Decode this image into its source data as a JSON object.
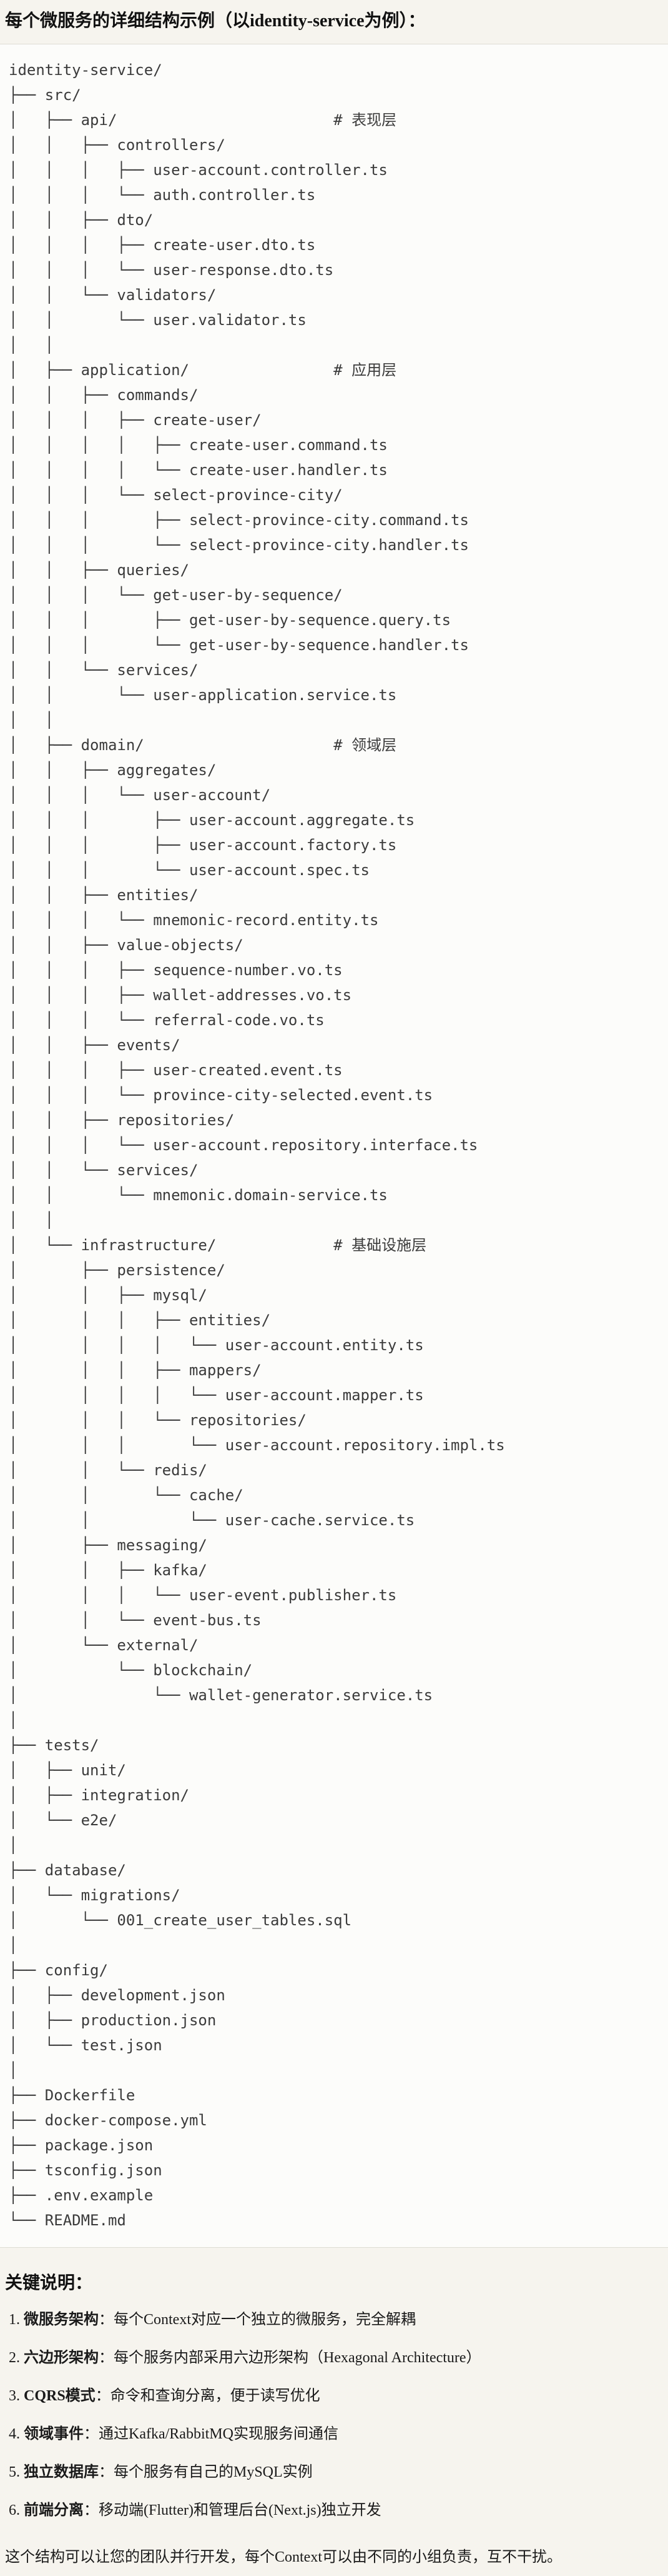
{
  "colors": {
    "page_background": "#f6f4ee",
    "code_background": "#fcfcfa",
    "code_border": "#dedcd4",
    "code_text": "#3b3b3b",
    "body_text": "#1a1a1a"
  },
  "header": {
    "title": "每个微服务的详细结构示例（以identity-service为例）："
  },
  "tree": {
    "lines": [
      "identity-service/",
      "├── src/",
      "│   ├── api/                        # 表现层",
      "│   │   ├── controllers/",
      "│   │   │   ├── user-account.controller.ts",
      "│   │   │   └── auth.controller.ts",
      "│   │   ├── dto/",
      "│   │   │   ├── create-user.dto.ts",
      "│   │   │   └── user-response.dto.ts",
      "│   │   └── validators/",
      "│   │       └── user.validator.ts",
      "│   │",
      "│   ├── application/                # 应用层",
      "│   │   ├── commands/",
      "│   │   │   ├── create-user/",
      "│   │   │   │   ├── create-user.command.ts",
      "│   │   │   │   └── create-user.handler.ts",
      "│   │   │   └── select-province-city/",
      "│   │   │       ├── select-province-city.command.ts",
      "│   │   │       └── select-province-city.handler.ts",
      "│   │   ├── queries/",
      "│   │   │   └── get-user-by-sequence/",
      "│   │   │       ├── get-user-by-sequence.query.ts",
      "│   │   │       └── get-user-by-sequence.handler.ts",
      "│   │   └── services/",
      "│   │       └── user-application.service.ts",
      "│   │",
      "│   ├── domain/                     # 领域层",
      "│   │   ├── aggregates/",
      "│   │   │   └── user-account/",
      "│   │   │       ├── user-account.aggregate.ts",
      "│   │   │       ├── user-account.factory.ts",
      "│   │   │       └── user-account.spec.ts",
      "│   │   ├── entities/",
      "│   │   │   └── mnemonic-record.entity.ts",
      "│   │   ├── value-objects/",
      "│   │   │   ├── sequence-number.vo.ts",
      "│   │   │   ├── wallet-addresses.vo.ts",
      "│   │   │   └── referral-code.vo.ts",
      "│   │   ├── events/",
      "│   │   │   ├── user-created.event.ts",
      "│   │   │   └── province-city-selected.event.ts",
      "│   │   ├── repositories/",
      "│   │   │   └── user-account.repository.interface.ts",
      "│   │   └── services/",
      "│   │       └── mnemonic.domain-service.ts",
      "│   │",
      "│   └── infrastructure/             # 基础设施层",
      "│       ├── persistence/",
      "│       │   ├── mysql/",
      "│       │   │   ├── entities/",
      "│       │   │   │   └── user-account.entity.ts",
      "│       │   │   ├── mappers/",
      "│       │   │   │   └── user-account.mapper.ts",
      "│       │   │   └── repositories/",
      "│       │   │       └── user-account.repository.impl.ts",
      "│       │   └── redis/",
      "│       │       └── cache/",
      "│       │           └── user-cache.service.ts",
      "│       ├── messaging/",
      "│       │   ├── kafka/",
      "│       │   │   └── user-event.publisher.ts",
      "│       │   └── event-bus.ts",
      "│       └── external/",
      "│           └── blockchain/",
      "│               └── wallet-generator.service.ts",
      "│",
      "├── tests/",
      "│   ├── unit/",
      "│   ├── integration/",
      "│   └── e2e/",
      "│",
      "├── database/",
      "│   └── migrations/",
      "│       └── 001_create_user_tables.sql",
      "│",
      "├── config/",
      "│   ├── development.json",
      "│   ├── production.json",
      "│   └── test.json",
      "│",
      "├── Dockerfile",
      "├── docker-compose.yml",
      "├── package.json",
      "├── tsconfig.json",
      "├── .env.example",
      "└── README.md"
    ]
  },
  "notes": {
    "heading": "关键说明：",
    "items": [
      {
        "num": "1.",
        "label": "微服务架构",
        "text": "：每个Context对应一个独立的微服务，完全解耦"
      },
      {
        "num": "2.",
        "label": "六边形架构",
        "text": "：每个服务内部采用六边形架构（Hexagonal Architecture）"
      },
      {
        "num": "3.",
        "label": "CQRS模式",
        "text": "：命令和查询分离，便于读写优化"
      },
      {
        "num": "4.",
        "label": "领域事件",
        "text": "：通过Kafka/RabbitMQ实现服务间通信"
      },
      {
        "num": "5.",
        "label": "独立数据库",
        "text": "：每个服务有自己的MySQL实例"
      },
      {
        "num": "6.",
        "label": "前端分离",
        "text": "：移动端(Flutter)和管理后台(Next.js)独立开发"
      }
    ],
    "summary": "这个结构可以让您的团队并行开发，每个Context可以由不同的小组负责，互不干扰。"
  }
}
